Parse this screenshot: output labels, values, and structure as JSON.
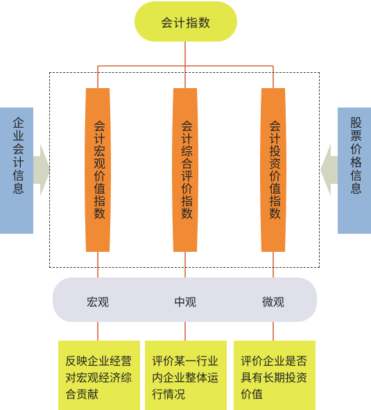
{
  "top": {
    "title": "会计指数"
  },
  "pillars": [
    {
      "label": "会计宏观价值指数"
    },
    {
      "label": "会计综合评价指数"
    },
    {
      "label": "会计投资价值指数"
    }
  ],
  "left_box": {
    "label": "企业会计信息"
  },
  "right_box": {
    "label": "股票价格信息"
  },
  "levels": [
    {
      "label": "宏观"
    },
    {
      "label": "中观"
    },
    {
      "label": "微观"
    }
  ],
  "descriptions": [
    {
      "text": "反映企业经营对宏观经济综合贡献"
    },
    {
      "text": "评价某一行业内企业整体运行情况"
    },
    {
      "text": "评价企业是否具有长期投资价值"
    }
  ],
  "colors": {
    "top_box": "#e3e84a",
    "pillar": "#f08a34",
    "connector": "#d9633c",
    "side_box": "#95b5d8",
    "arrow": "#d2d6c0",
    "level_bar": "#dfe0ea",
    "desc_box": "#e6ea4f"
  }
}
